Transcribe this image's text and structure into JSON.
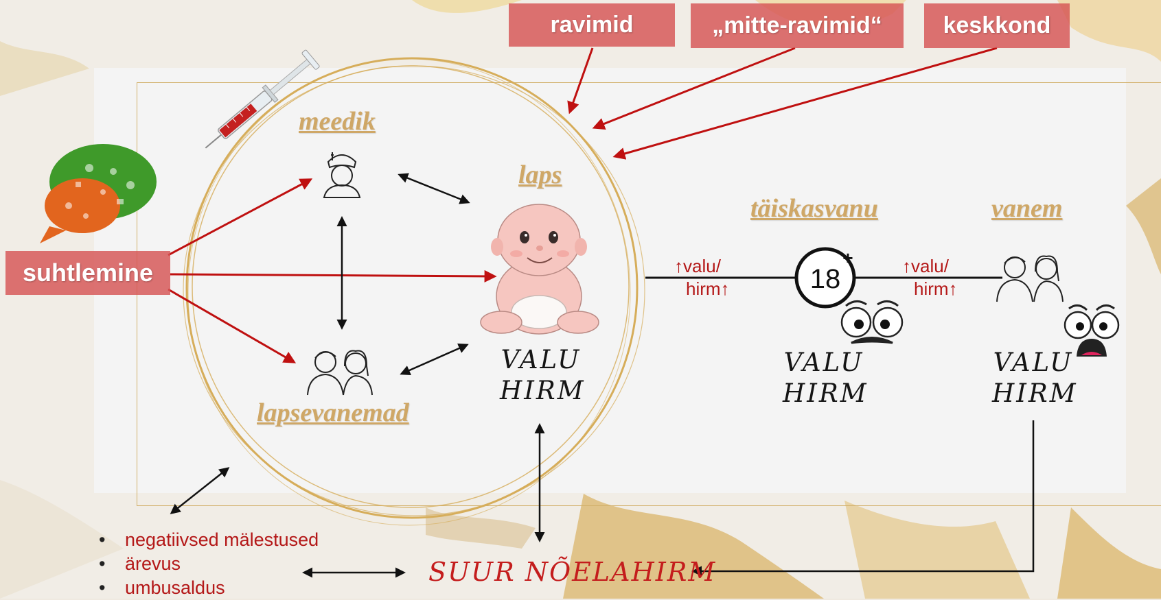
{
  "factors": {
    "medicines": "ravimid",
    "non_medicines": "„mitte-ravimid“",
    "environment": "keskkond"
  },
  "communication": "suhtlemine",
  "roles": {
    "medic": "meedik",
    "child": "laps",
    "parents": "lapsevanemad",
    "adult": "täiskasvanu",
    "parent": "vanem"
  },
  "pain_fear": {
    "child": [
      "VALU",
      "HIRM"
    ],
    "adult": [
      "VALU",
      "HIRM"
    ],
    "parent": [
      "VALU",
      "HIRM"
    ]
  },
  "transitions": {
    "child_to_adult": [
      "↑valu/",
      "hirm↑"
    ],
    "adult_to_parent": [
      "↑valu/",
      "hirm↑"
    ]
  },
  "age_badge": {
    "number": "18",
    "sign": "+"
  },
  "consequences": [
    "negatiivsed mälestused",
    "ärevus",
    "umbusaldus"
  ],
  "outcome": "SUUR NÕELAHIRM",
  "colors": {
    "accent_red": "#b41818",
    "gold": "#cfa766",
    "tag_bg": "#d65454"
  },
  "icons": [
    "syringe-icon",
    "speech-bubble-icon",
    "nurse-icon",
    "parents-icon",
    "baby-icon",
    "age-18-plus-icon",
    "scared-face-icon",
    "screaming-face-icon"
  ]
}
